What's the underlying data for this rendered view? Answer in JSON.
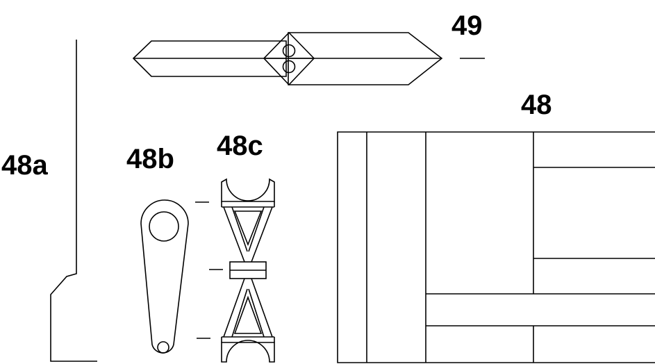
{
  "labels": {
    "part_49": "49",
    "part_48": "48",
    "part_48a": "48a",
    "part_48b": "48b",
    "part_48c": "48c"
  },
  "colors": {
    "background": "#ffffff",
    "line": "#000000"
  }
}
